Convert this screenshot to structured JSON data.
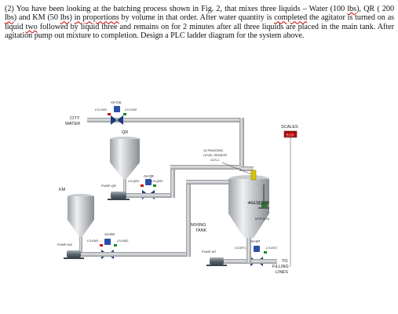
{
  "question": {
    "number": "(2)",
    "seg1": "You have been looking at the batching process shown in Fig. 2, that mixes three liquids – Water (100 ",
    "lbs1": "lbs",
    "seg2": "), QR ( 200 ",
    "lbs2": "lbs",
    "seg3": ") and KM (50 ",
    "lbs3": "lbs",
    "seg4": ") ",
    "inprop": "in proportions",
    "seg5": " by volume in that order.  After water quantity is ",
    "completed": "completed",
    "seg6": " the agitator is turned on as liquid ",
    "two": "two",
    "seg7": " followed by liquid three and remains on for 2 minutes after all three liquids are placed in the main tank.  After agitation pump out mixture to completion.  Design a PLC ladder diagram for the system above."
  },
  "diagram": {
    "city_water": [
      "CITY",
      "WATER"
    ],
    "av_cw": "AV-CW",
    "ls_cw1": "LS-CW1",
    "ls_cw2": "LS-CW2",
    "qr": "QR",
    "av_qr": "AV-QR",
    "ls_qr1": "LS-QR1",
    "ls_qr2": "LS-QR2",
    "pump_qr": "PUMP-QR",
    "km": "KM",
    "av_km": "AV-KM",
    "ls_km1": "LS-KM1",
    "ls_km2": "LS-KM2",
    "pump_km": "PUMP-KM",
    "sensor": [
      "ULTRASONIC",
      "LEVEL SENSOR",
      "ULS-1"
    ],
    "scales": "SCALES",
    "scales_value": "510",
    "agitator": "AGITATOR",
    "mtr_mta": "MTR-MTA",
    "mixing_tank": [
      "MIXING",
      "TANK"
    ],
    "av_mt": "AV-MT",
    "ls_mt1": "LS-MT1",
    "ls_mt2": "LS-MT2",
    "pump_mt": "PUMP-MT",
    "filling_lines": [
      "TO",
      "FILLING",
      "LINES"
    ]
  },
  "colors": {
    "pipe": "#b9bcc0",
    "pipe_edge": "#8f9296",
    "valve": "#2a4fa8",
    "sensor_red": "#cc1111",
    "sensor_green": "#1a8a2a",
    "tank_fill": "#d7d9dc",
    "display_bg": "#b50000",
    "display_text": "#ffd0d0"
  }
}
